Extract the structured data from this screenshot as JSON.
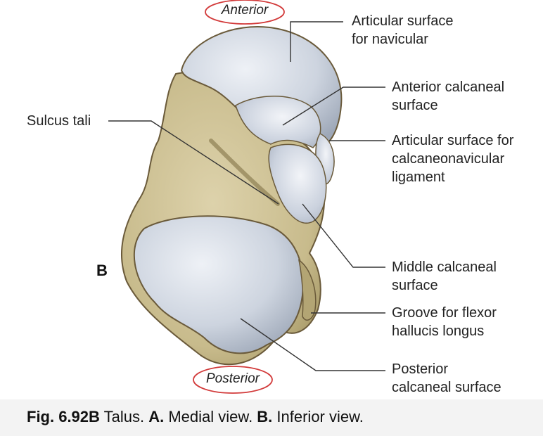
{
  "orientation": {
    "top": "Anterior",
    "bottom": "Posterior",
    "ring_color": "#d23a3a"
  },
  "panel_letter": "B",
  "labels": {
    "articular_navicular": "Articular surface\nfor navicular",
    "anterior_calcaneal": "Anterior calcaneal\nsurface",
    "sulcus_tali": "Sulcus tali",
    "calcaneonavicular": "Articular surface for\ncalcaneonavicular\nligament",
    "middle_calcaneal": "Middle calcaneal\nsurface",
    "groove_flexor": "Groove for flexor\nhallucis longus",
    "posterior_calcaneal": "Posterior\ncalcaneal surface"
  },
  "caption": {
    "fig_number": "Fig. 6.92B",
    "part1": " Talus. ",
    "letter_a": "A.",
    "part2": " Medial view. ",
    "letter_b": "B.",
    "part3": " Inferior view."
  },
  "colors": {
    "bone": "#cfc39a",
    "bone_dark": "#a89a6a",
    "cartilage": "#c9d0dc",
    "cartilage_light": "#e9edf3",
    "outline": "#6a5a3a"
  }
}
